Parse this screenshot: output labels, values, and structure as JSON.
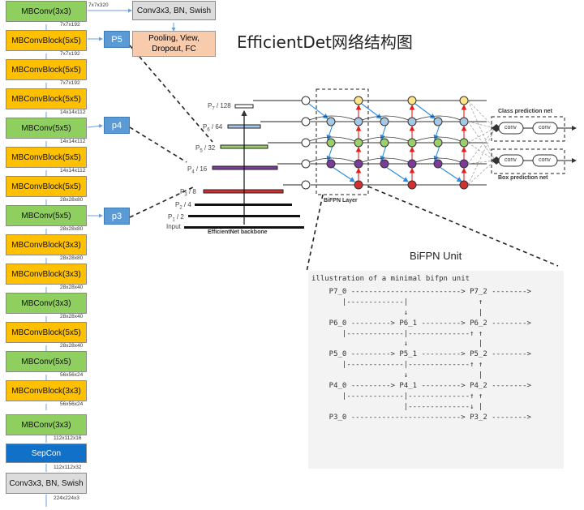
{
  "title": "EfficientDet网络结构图",
  "backbone_blocks": [
    {
      "label": "MBConv(3x3)",
      "kind": "green"
    },
    {
      "label": "MBConvBlock(5x5)",
      "kind": "orange"
    },
    {
      "label": "MBConvBlock(5x5)",
      "kind": "orange"
    },
    {
      "label": "MBConvBlock(5x5)",
      "kind": "orange"
    },
    {
      "label": "MBConv(5x5)",
      "kind": "green"
    },
    {
      "label": "MBConvBlock(5x5)",
      "kind": "orange"
    },
    {
      "label": "MBConvBlock(5x5)",
      "kind": "orange"
    },
    {
      "label": "MBConv(5x5)",
      "kind": "green"
    },
    {
      "label": "MBConvBlock(3x3)",
      "kind": "orange"
    },
    {
      "label": "MBConvBlock(3x3)",
      "kind": "orange"
    },
    {
      "label": "MBConv(3x3)",
      "kind": "green"
    },
    {
      "label": "MBConvBlock(5x5)",
      "kind": "orange"
    },
    {
      "label": "MBConv(5x5)",
      "kind": "green"
    },
    {
      "label": "MBConvBlock(3x3)",
      "kind": "orange"
    },
    {
      "label": "MBConv(3x3)",
      "kind": "green"
    },
    {
      "label": "SepCon",
      "kind": "blue"
    },
    {
      "label": "Conv3x3, BN, Swish",
      "kind": "gray"
    }
  ],
  "dims": [
    "7x7x192",
    "7x7x192",
    "7x7x192",
    "14x14x112",
    "14x14x112",
    "14x14x112",
    "28x28x80",
    "28x28x80",
    "28x28x80",
    "28x28x40",
    "28x28x40",
    "28x28x40",
    "56x56x24",
    "56x56x24",
    "112x112x16",
    "112x112x32",
    "224x224x3"
  ],
  "top_dim": "7x7x320",
  "head_conv": "Conv3x3, BN, Swish",
  "head_pool": [
    "Pooling, View,",
    "Dropout, FC"
  ],
  "p_boxes": [
    "P5",
    "p4",
    "p3"
  ],
  "levels": [
    {
      "base": "P",
      "sub": "7",
      "rest": " / 128"
    },
    {
      "base": "P",
      "sub": "6",
      "rest": " / 64"
    },
    {
      "base": "P",
      "sub": "5",
      "rest": " / 32"
    },
    {
      "base": "P",
      "sub": "4",
      "rest": " / 16"
    },
    {
      "base": "P",
      "sub": "3",
      "rest": " / 8"
    },
    {
      "base": "P",
      "sub": "2",
      "rest": " / 4"
    },
    {
      "base": "P",
      "sub": "1",
      "rest": " / 2"
    },
    {
      "base": "Input",
      "sub": "",
      "rest": ""
    }
  ],
  "backbone_label": "EfficientNet backbone",
  "bifpn_layer_label": "BiFPN Layer",
  "class_net_label": "Class prediction net",
  "box_net_label": "Box prediction net",
  "conv_label": "conv",
  "bifpn_unit_title": "BiFPN Unit",
  "code_lines": [
    "illustration of a minimal bifpn unit",
    "    P7_0 -------------------------> P7_2 -------->",
    "       |-------------|                ↑",
    "                     ↓                |",
    "    P6_0 ---------> P6_1 ---------> P6_2 -------->",
    "       |-------------|--------------↑ ↑",
    "                     ↓                |",
    "    P5_0 ---------> P5_1 ---------> P5_2 -------->",
    "       |-------------|--------------↑ ↑",
    "                     ↓                |",
    "    P4_0 ---------> P4_1 ---------> P4_2 -------->",
    "       |-------------|--------------↑ ↑",
    "                     |--------------↓ |",
    "    P3_0 -------------------------> P3_2 -------->"
  ],
  "colors": {
    "green": "#8fcf5f",
    "orange": "#ffc000",
    "blue": "#1170c8",
    "gray": "#dcdcdc",
    "pbox": "#5b9bd5",
    "salmon": "#f8cbad"
  }
}
